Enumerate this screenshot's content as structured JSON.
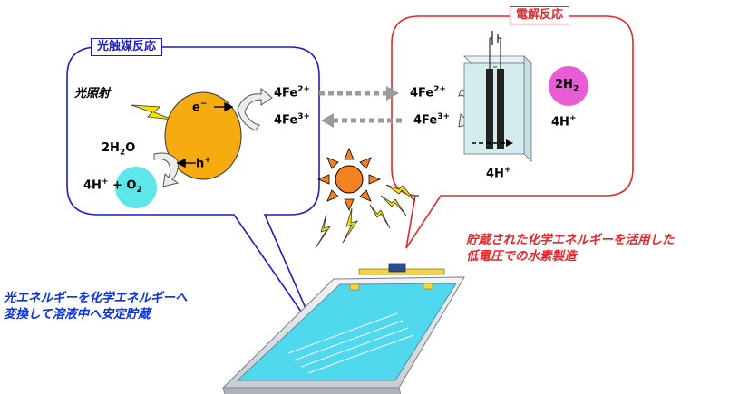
{
  "photocatalysis": {
    "title": "光触媒反応",
    "light_label": "光照射",
    "electron": {
      "base": "e",
      "sup": "−"
    },
    "hole": {
      "base": "h",
      "sup": "+"
    },
    "water": {
      "a": "2H",
      "sub": "2",
      "b": "O"
    },
    "products": {
      "a": "4H",
      "sup": "+",
      "b": " + O",
      "sub": "2"
    }
  },
  "electrolysis": {
    "title": "電解反応",
    "fe2": {
      "base": "4Fe",
      "sup": "2+"
    },
    "fe3": {
      "base": "4Fe",
      "sup": "3+"
    },
    "h2": {
      "base": "2H",
      "sub": "2"
    },
    "hplus_right": {
      "base": "4H",
      "sup": "+"
    },
    "hplus_bottom": {
      "base": "4H",
      "sup": "+"
    }
  },
  "mediator": {
    "fe2": {
      "base": "4Fe",
      "sup": "2+"
    },
    "fe3": {
      "base": "4Fe",
      "sup": "3+"
    }
  },
  "captions": {
    "left_line1": "光エネルギーを化学エネルギーへ",
    "left_line2": "変換して溶液中へ安定貯蔵",
    "right_line1": "貯蔵された化学エネルギーを活用した",
    "right_line2": "低電圧での水素製造"
  },
  "colors": {
    "photo_border": "#1c1cc8",
    "electro_border": "#e8262a",
    "caption_blue": "#0a32e6",
    "caption_red": "#e8262a",
    "catalyst": "#f6ab10",
    "oxygen_bubble": "#5fe6ea",
    "hydrogen_bubble": "#e85cd6",
    "sun": "#f58220",
    "bolt": "#f5e600",
    "panel_water": "#4fd8ee",
    "arrow_gray": "#9a9a9a"
  }
}
